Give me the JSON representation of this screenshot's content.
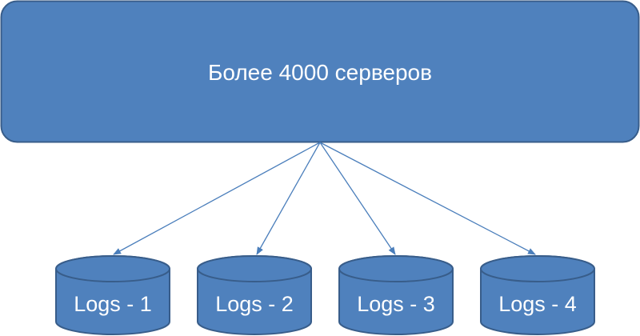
{
  "source_box": {
    "label": "Более 4000 серверов"
  },
  "databases": [
    {
      "label": "Logs - 1"
    },
    {
      "label": "Logs - 2"
    },
    {
      "label": "Logs - 3"
    },
    {
      "label": "Logs - 4"
    }
  ],
  "colors": {
    "fill": "#4f81bd",
    "stroke": "#385d8a",
    "arrow": "#4a7ebb",
    "text": "#ffffff"
  }
}
